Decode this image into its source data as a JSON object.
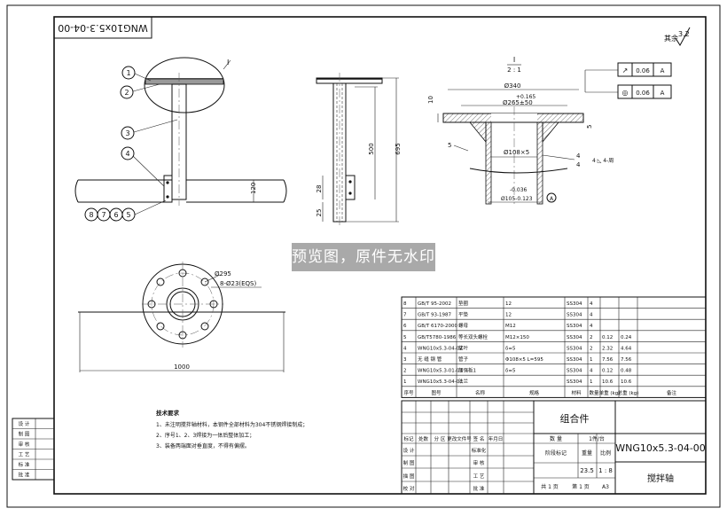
{
  "drawing_number": "WNG10x5.3-04-00",
  "surface_roughness": {
    "prefix": "其余",
    "value": "3.2"
  },
  "balloons": [
    "1",
    "2",
    "3",
    "4",
    "8",
    "7",
    "6",
    "5"
  ],
  "detail_ref": "I",
  "detail_view": {
    "label": "I",
    "scale": "2 : 1"
  },
  "front_view": {
    "dim_695": "695",
    "dim_500": "500",
    "dim_28": "28",
    "dim_25": "25",
    "dim_120": "120"
  },
  "detail_dims": {
    "d340": "Ø340",
    "tol_165": "+0.165",
    "d265": "Ø265±50",
    "d108": "Ø108×5",
    "tol_036": "-0.036",
    "d105": "Ø105-0.123",
    "ref_A": "A",
    "w10": "10",
    "w5": "5",
    "weld_5": "5",
    "weld_4a": "4",
    "weld_4b": "4",
    "weld_side": "4 ◺ 4-周"
  },
  "tolerance_frames": [
    {
      "symbol": "↗",
      "value": "0.06",
      "datum": "A"
    },
    {
      "symbol": "◎",
      "value": "0.06",
      "datum": "A"
    }
  ],
  "plan_view": {
    "d295": "Ø295",
    "holes": "8-Ø23(EQS)",
    "dim_1000": "1000"
  },
  "watermark": "预览图，原件无水印",
  "tech_req": {
    "title": "技术要求",
    "lines": [
      "1、未注明搅拌轴材料，本钢件全部材料为304不锈钢焊接制成；",
      "2、序号1、2、3焊接为一体后整体加工；",
      "3、装备两端面对垂直度，不得有偏摆。"
    ]
  },
  "bom": {
    "rows": [
      {
        "no": "8",
        "code": "GB/T 95-2002",
        "name": "垫圈",
        "qty_spec": "12",
        "material": "SS304",
        "count": "4",
        "unit_w": "",
        "total_w": "",
        "note": ""
      },
      {
        "no": "7",
        "code": "GB/T 93-1987",
        "name": "平垫",
        "qty_spec": "12",
        "material": "SS304",
        "count": "4",
        "unit_w": "",
        "total_w": "",
        "note": ""
      },
      {
        "no": "6",
        "code": "GB/T 6170-2000",
        "name": "螺母",
        "qty_spec": "M12",
        "material": "SS304",
        "count": "4",
        "unit_w": "",
        "total_w": "",
        "note": ""
      },
      {
        "no": "5",
        "code": "GB/T5780-1986",
        "name": "等长双头螺栓",
        "qty_spec": "M12×150",
        "material": "SS304",
        "count": "2",
        "unit_w": "0.12",
        "total_w": "0.24",
        "note": ""
      },
      {
        "no": "4",
        "code": "WNG10x5.3-04-02",
        "name": "桨叶",
        "qty_spec": "δ=5",
        "material": "SS304",
        "count": "2",
        "unit_w": "2.32",
        "total_w": "4.64",
        "note": ""
      },
      {
        "no": "3",
        "code": "无 缝 钢 管",
        "name": "管子",
        "qty_spec": "Φ108×5  L=595",
        "material": "SS304",
        "count": "1",
        "unit_w": "7.56",
        "total_w": "7.56",
        "note": ""
      },
      {
        "no": "2",
        "code": "WNG10x5.3-01-03",
        "name": "加强板1",
        "qty_spec": "δ=5",
        "material": "SS304",
        "count": "4",
        "unit_w": "0.12",
        "total_w": "0.48",
        "note": ""
      },
      {
        "no": "1",
        "code": "WNG10x5.3-04-01",
        "name": "法兰",
        "qty_spec": "",
        "material": "SS304",
        "count": "1",
        "unit_w": "10.6",
        "total_w": "10.6",
        "note": ""
      }
    ],
    "headers": [
      "序号",
      "图号",
      "名称",
      "规格",
      "材料",
      "数量",
      "单重 (kg)",
      "总重 (kg)",
      "备注"
    ]
  },
  "title_block": {
    "assembly_label": "组合件",
    "part_name": "搅拌轴",
    "drawing_no": "WNG10x5.3-04-00",
    "r1": [
      "标记",
      "处数",
      "分 区",
      "更改文件号",
      "签 名",
      "年月日"
    ],
    "r_design": [
      "设 计",
      "",
      "",
      "标准化",
      ""
    ],
    "r_draw": [
      "制 图",
      "",
      "",
      "审 核",
      ""
    ],
    "r_check": [
      "描 图",
      "",
      "",
      "工 艺",
      ""
    ],
    "r_app": [
      "校 对",
      "",
      "",
      "批 准",
      ""
    ],
    "stage_label": "阶段标记",
    "weight_label": "重量",
    "scale_label": "比例",
    "weight_value": "23.5",
    "scale_value": "1 : 8",
    "qty_label": "数 量",
    "per_unit": "1件/台",
    "sheets": "共 1 页",
    "sheet_no": "第 1 页",
    "paper": "A3"
  },
  "side_block": [
    "设 计",
    "制 图",
    "审 核",
    "工 艺",
    "标 准",
    "批 准"
  ]
}
